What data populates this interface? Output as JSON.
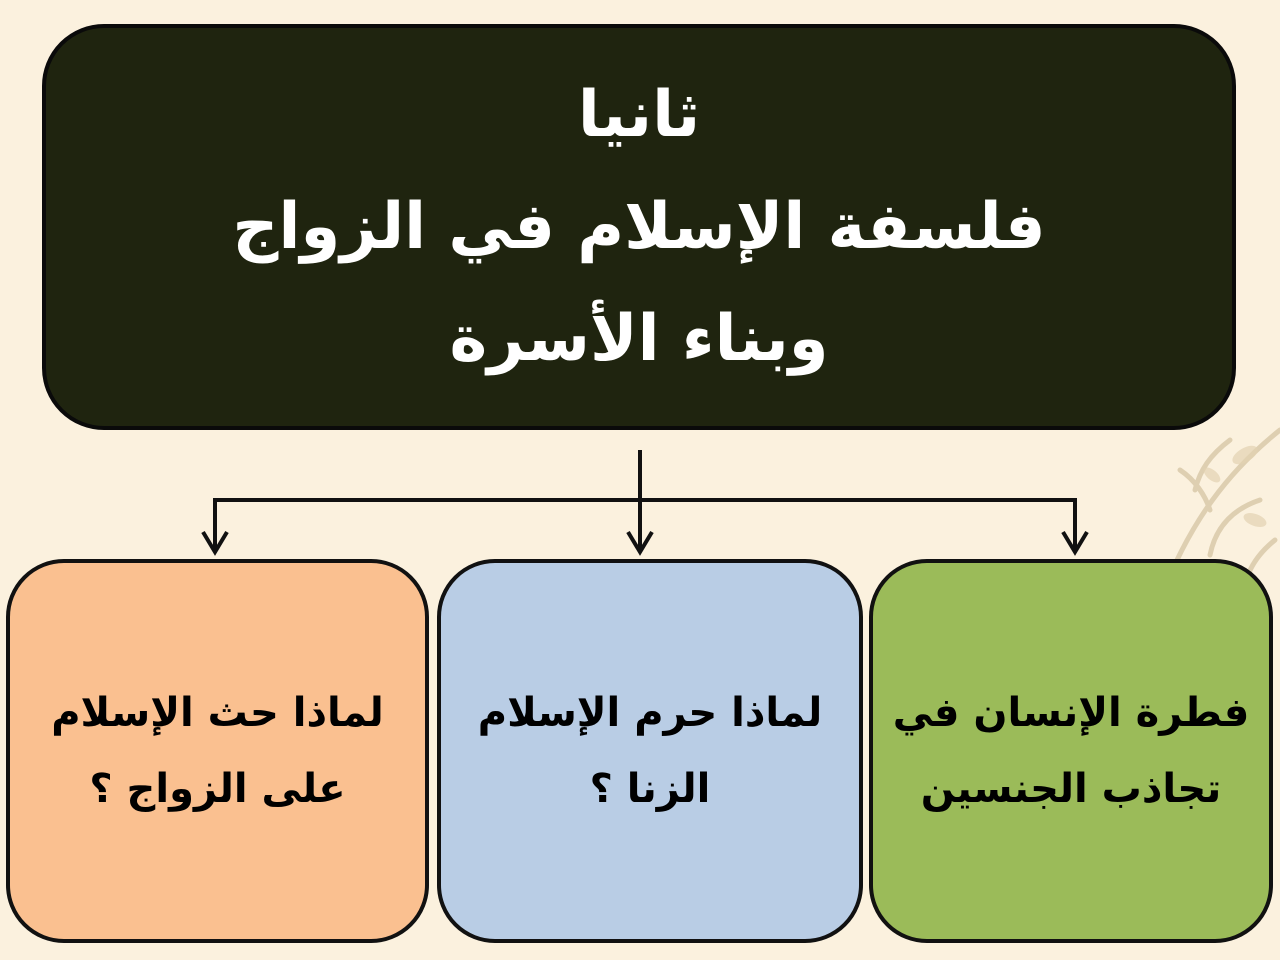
{
  "colors": {
    "background": "#fbf1de",
    "title_fill": "#1f240f",
    "right_fill": "#9bbb59",
    "middle_fill": "#b9cde5",
    "left_fill": "#fac090",
    "stroke": "#111111"
  },
  "title": {
    "line1": "ثانيا",
    "line2": "فلسفة الإسلام في الزواج",
    "line3": "وبناء الأسرة"
  },
  "boxes": {
    "right": {
      "line1": "فطرة الإنسان في",
      "line2": "تجاذب الجنسين"
    },
    "middle": {
      "line1": "لماذا حرم الإسلام",
      "line2": "الزنا ؟"
    },
    "left": {
      "line1": "لماذا حث الإسلام",
      "line2": "على الزواج ؟"
    }
  }
}
